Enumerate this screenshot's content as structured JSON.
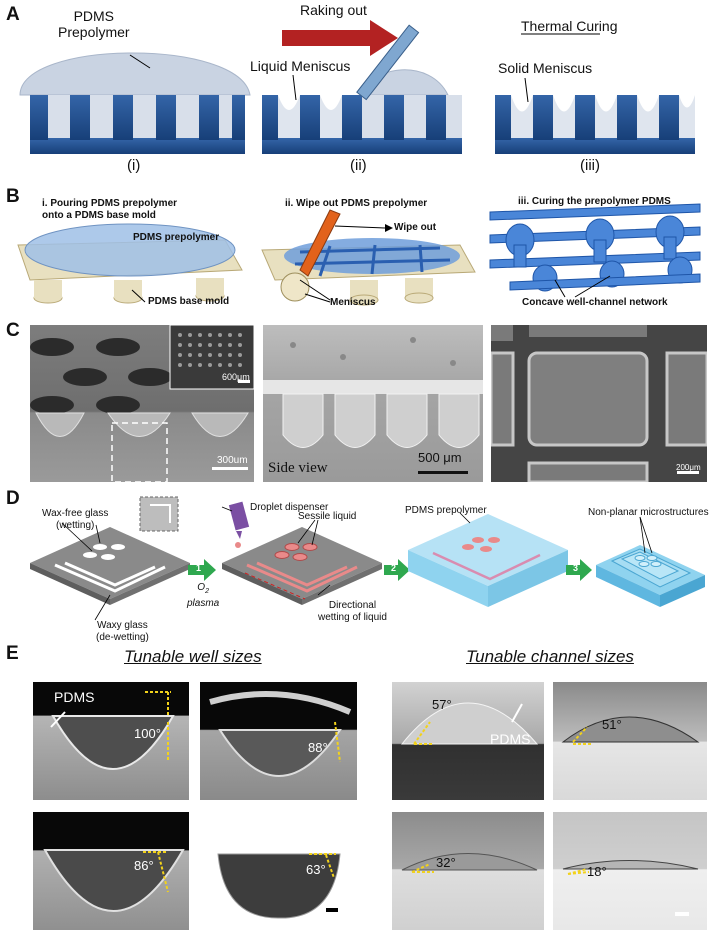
{
  "panel_a": {
    "letter": "A",
    "prepolymer_label": "PDMS\nPrepolymer",
    "raking_label": "Raking out",
    "liquid_meniscus_label": "Liquid Meniscus",
    "thermal_curing_label": "Thermal Curing",
    "solid_meniscus_label": "Solid Meniscus",
    "steps": [
      "(i)",
      "(ii)",
      "(iii)"
    ]
  },
  "panel_b": {
    "letter": "B",
    "step1_title": "i. Pouring PDMS prepolymer\nonto a PDMS base mold",
    "prepolymer_label": "PDMS prepolymer",
    "base_mold_label": "PDMS base mold",
    "step2_title": "ii. Wipe out PDMS  prepolymer",
    "wipe_out_label": "Wipe out",
    "meniscus_label": "Meniscus",
    "step3_title": "iii. Curing the prepolymer PDMS",
    "network_label": "Concave well-channel network"
  },
  "panel_c": {
    "letter": "C",
    "inset_scale": "600μm",
    "scale1": "300um",
    "side_view": "Side view",
    "scale2": "500 μm",
    "scale3": "200μm"
  },
  "panel_d": {
    "letter": "D",
    "wax_free": "Wax-free glass\n(wetting)",
    "waxy": "Waxy glass\n(de-wetting)",
    "plasma_o": "O",
    "plasma_sub": "2",
    "plasma_word": "plasma",
    "droplet_dispenser": "Droplet dispenser",
    "sessile_liquid": "Sessile liquid",
    "directional": "Directional\nwetting of liquid",
    "pdms_prepolymer": "PDMS prepolymer",
    "non_planar": "Non-planar microstructures",
    "step_numbers": [
      "1",
      "2",
      "3"
    ]
  },
  "panel_e": {
    "letter": "E",
    "well_title": "Tunable well sizes",
    "channel_title": "Tunable channel sizes",
    "pdms_label_left": "PDMS",
    "pdms_label_right": "PDMS",
    "well_angles": [
      "100°",
      "88°",
      "86°",
      "63°"
    ],
    "channel_angles": [
      "57°",
      "51°",
      "32°",
      "18°"
    ]
  },
  "colors": {
    "mold_blue": "#1f4f8f",
    "prepolymer": "#c9d3e2",
    "arrow_red": "#b32222",
    "dash_yellow": "#f2d21b",
    "step_green": "#2fa84f",
    "d_blue": "#8fd3ef",
    "d_pink": "#e98a8a"
  }
}
